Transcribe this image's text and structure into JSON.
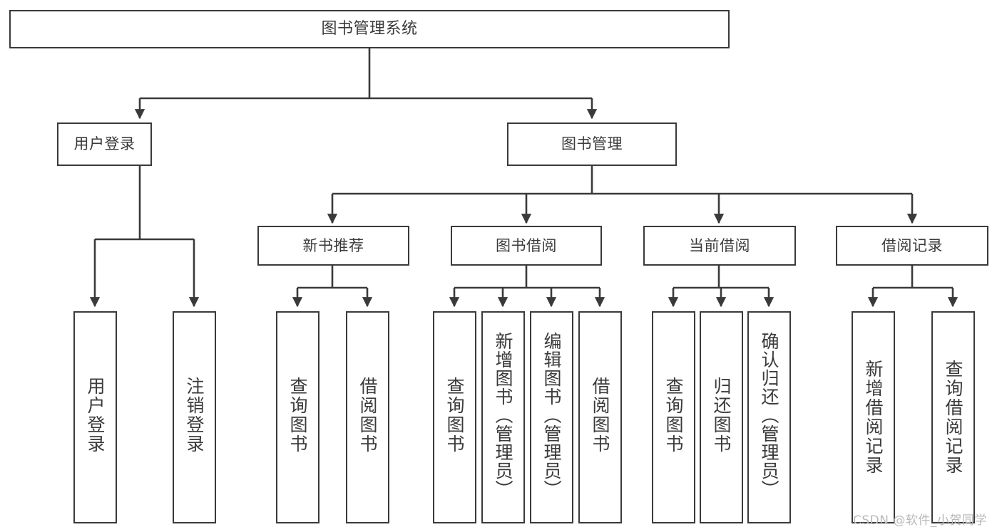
{
  "diagram": {
    "title": "图书管理系统",
    "type": "tree-hierarchy-diagram",
    "colors": {
      "stroke": "#3a3a3a",
      "fill": "#ffffff",
      "text": "#3a3a3a",
      "watermark": "#b9b9b9"
    },
    "root": {
      "label": "图书管理系统"
    },
    "level2": [
      {
        "label": "用户登录"
      },
      {
        "label": "图书管理"
      }
    ],
    "level3": [
      {
        "label": "新书推荐"
      },
      {
        "label": "图书借阅"
      },
      {
        "label": "当前借阅"
      },
      {
        "label": "借阅记录"
      }
    ],
    "leaves": {
      "user_login": [
        {
          "label": "用户登录"
        },
        {
          "label": "注销登录"
        }
      ],
      "new_book_recommend": [
        {
          "label": "查询图书"
        },
        {
          "label": "借阅图书"
        }
      ],
      "book_borrow": [
        {
          "label": "查询图书"
        },
        {
          "label": "新增图书（管理员）"
        },
        {
          "label": "编辑图书（管理员）"
        },
        {
          "label": "借阅图书"
        }
      ],
      "current_borrow": [
        {
          "label": "查询图书"
        },
        {
          "label": "归还图书"
        },
        {
          "label": "确认归还（管理员）"
        }
      ],
      "borrow_record": [
        {
          "label": "新增借阅记录"
        },
        {
          "label": "查询借阅记录"
        }
      ]
    }
  },
  "watermark": {
    "text": "CSDN @软件_小贺同学"
  }
}
